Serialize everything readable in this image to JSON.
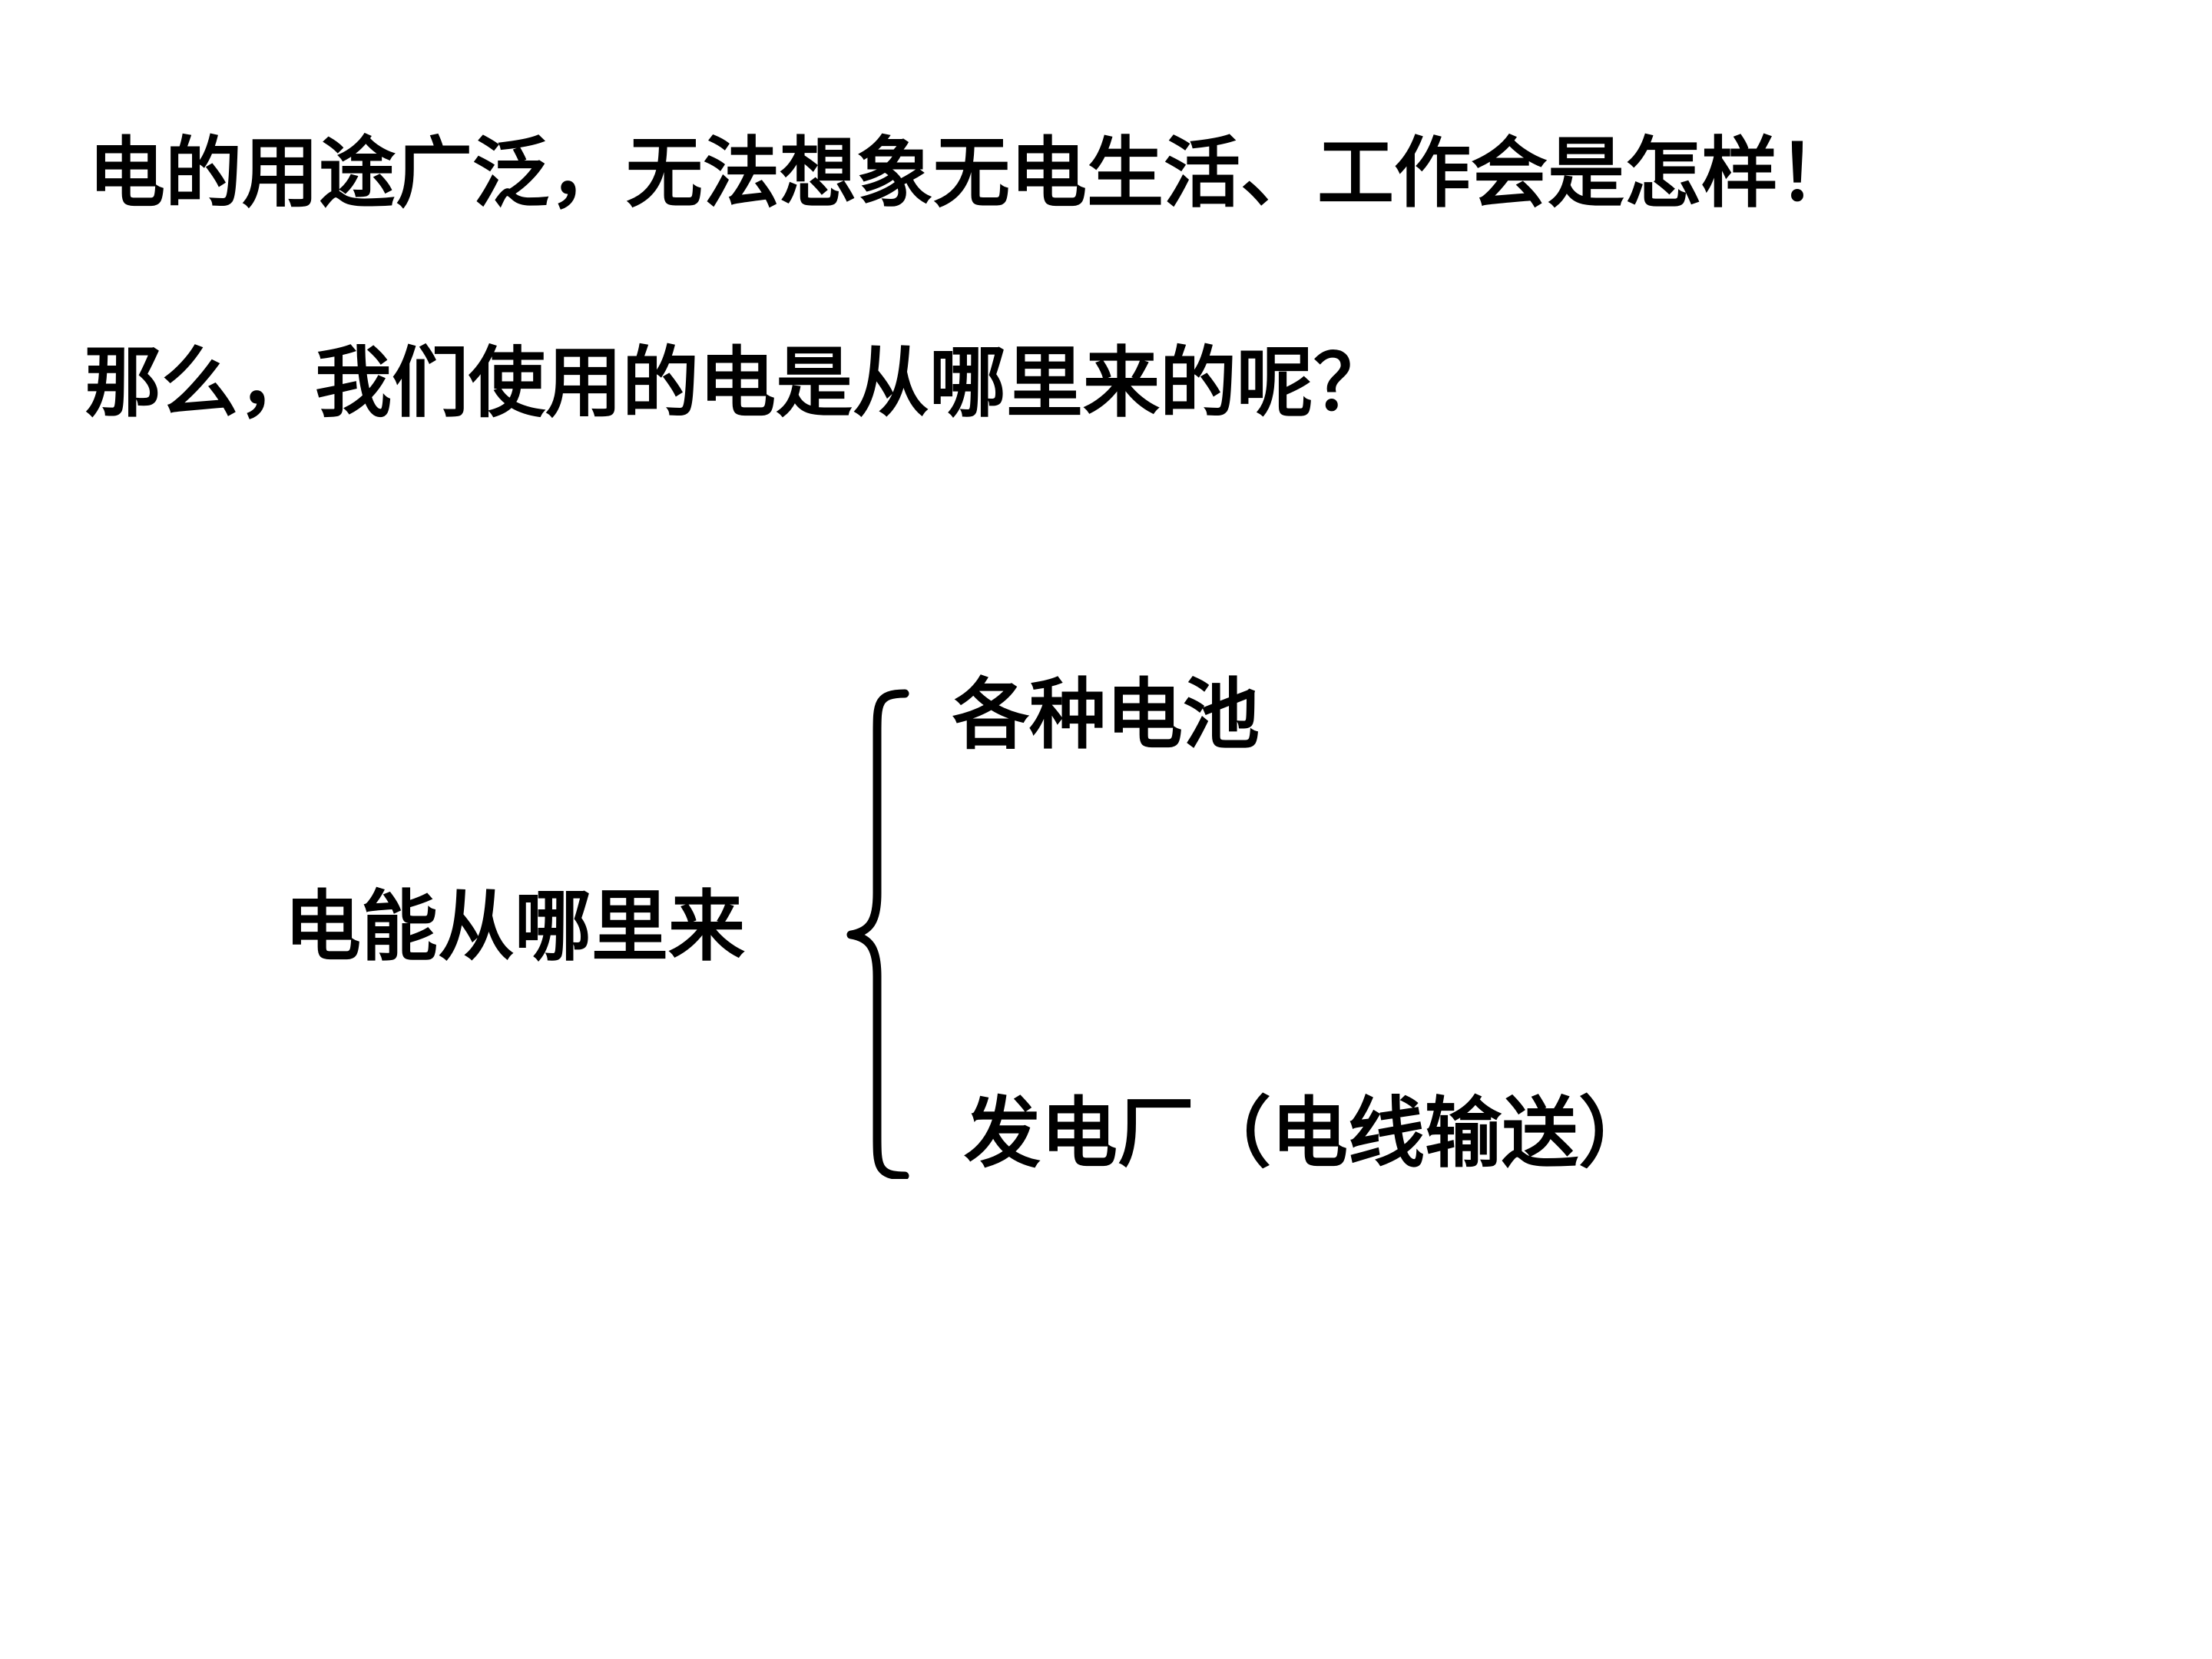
{
  "slide": {
    "line1": "电的用途广泛，无法想象无电生活、工作会是怎样！",
    "line2": "那么，我们使用的电是从哪里来的呢？",
    "diagram": {
      "root": "电能从哪里来",
      "branches": [
        "各种电池",
        "发电厂（电线输送）"
      ]
    }
  }
}
